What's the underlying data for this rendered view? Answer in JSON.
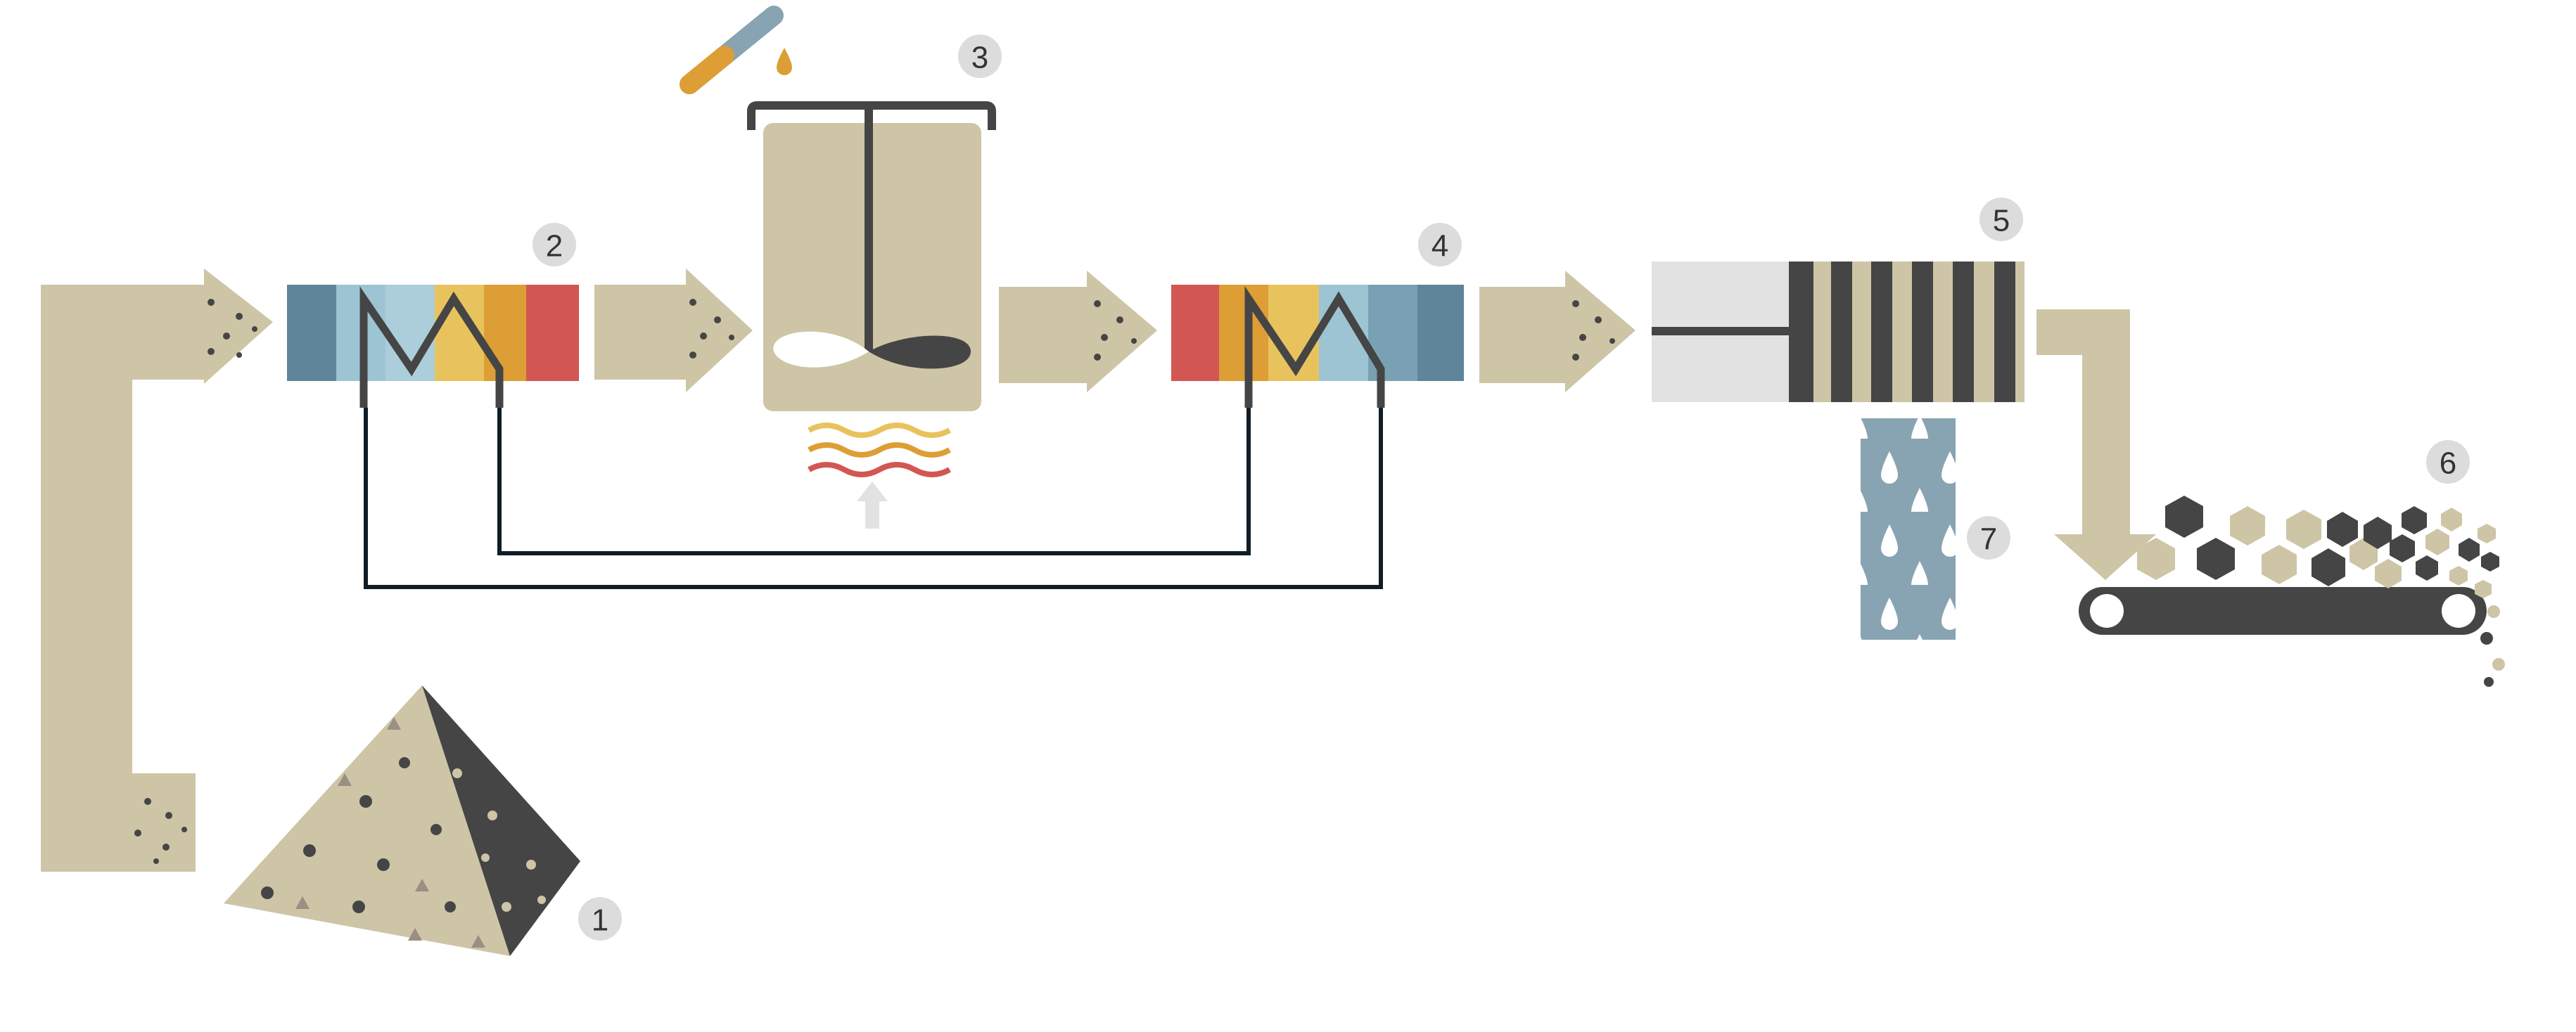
{
  "colors": {
    "sand": "#cdc5a6",
    "dark": "#454545",
    "light_grey": "#e2e2e2",
    "heat_blue_dark": "#5e8599",
    "heat_blue_light": "#9dc4d3",
    "heat_yellow": "#e8c35d",
    "heat_orange": "#dd9e35",
    "heat_red": "#d25652",
    "water": "#88a4b2",
    "pipe": "#0f1d26",
    "badge": "#dcdcdc"
  },
  "icons": {
    "feed_material": "sand-pyramid-icon",
    "heat_exchanger": "heat-exchanger-icon",
    "reactor": "stirred-tank-icon",
    "reagent": "test-tube-icon",
    "heating": "heat-waves-icon",
    "press": "filter-press-icon",
    "water": "water-drops-icon",
    "product": "conveyor-belt-icon"
  },
  "steps": [
    {
      "id": "1",
      "label": "1"
    },
    {
      "id": "2",
      "label": "2"
    },
    {
      "id": "3",
      "label": "3"
    },
    {
      "id": "4",
      "label": "4"
    },
    {
      "id": "5",
      "label": "5"
    },
    {
      "id": "6",
      "label": "6"
    },
    {
      "id": "7",
      "label": "7"
    }
  ]
}
